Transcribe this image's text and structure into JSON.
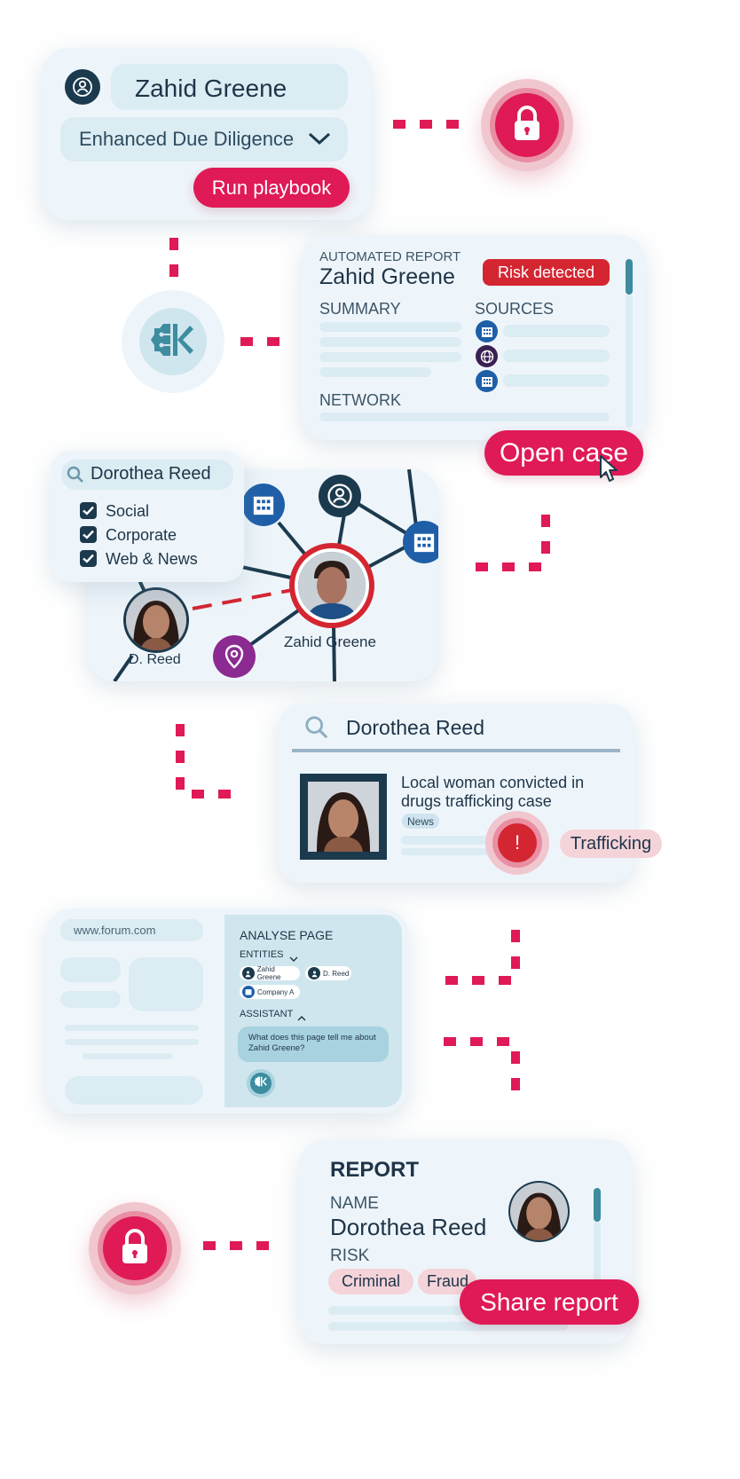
{
  "playbook": {
    "name": "Zahid Greene",
    "playbook_select": "Enhanced Due Diligence",
    "run_button": "Run playbook"
  },
  "report_card": {
    "eyebrow": "AUTOMATED REPORT",
    "name": "Zahid Greene",
    "risk_badge": "Risk detected",
    "summary_label": "SUMMARY",
    "sources_label": "SOURCES",
    "network_label": "NETWORK",
    "open_case_button": "Open case"
  },
  "network": {
    "search_value": "Dorothea Reed",
    "filters": [
      {
        "label": "Social",
        "checked": true
      },
      {
        "label": "Corporate",
        "checked": true
      },
      {
        "label": "Web & News",
        "checked": true
      }
    ],
    "center_label": "Zahid Greene",
    "side_label": "D. Reed"
  },
  "news_search": {
    "query": "Dorothea Reed",
    "headline": "Local woman convicted in drugs trafficking case",
    "tag": "News",
    "flag": "Trafficking",
    "alert_symbol": "!"
  },
  "browser": {
    "url": "www.forum.com",
    "panel_title": "ANALYSE PAGE",
    "entities_label": "ENTITIES",
    "entities": [
      {
        "label": "Zahid Greene",
        "icon": "person-icon"
      },
      {
        "label": "D. Reed",
        "icon": "person-icon"
      },
      {
        "label": "Company A",
        "icon": "building-icon"
      }
    ],
    "assistant_label": "ASSISTANT",
    "assistant_message": "What does this page tell me about Zahid Greene?"
  },
  "final_report": {
    "title": "REPORT",
    "name_label": "NAME",
    "name_value": "Dorothea Reed",
    "risk_label": "RISK",
    "risks": [
      "Criminal",
      "Fraud"
    ],
    "share_button": "Share report"
  },
  "colors": {
    "accent": "#df1a56",
    "dark": "#1c3a4d",
    "card": "#eef5fa",
    "field": "#dbecf3",
    "risk_red": "#d42631",
    "building_blue": "#1e5fa8",
    "location_purple": "#8b2a91"
  }
}
